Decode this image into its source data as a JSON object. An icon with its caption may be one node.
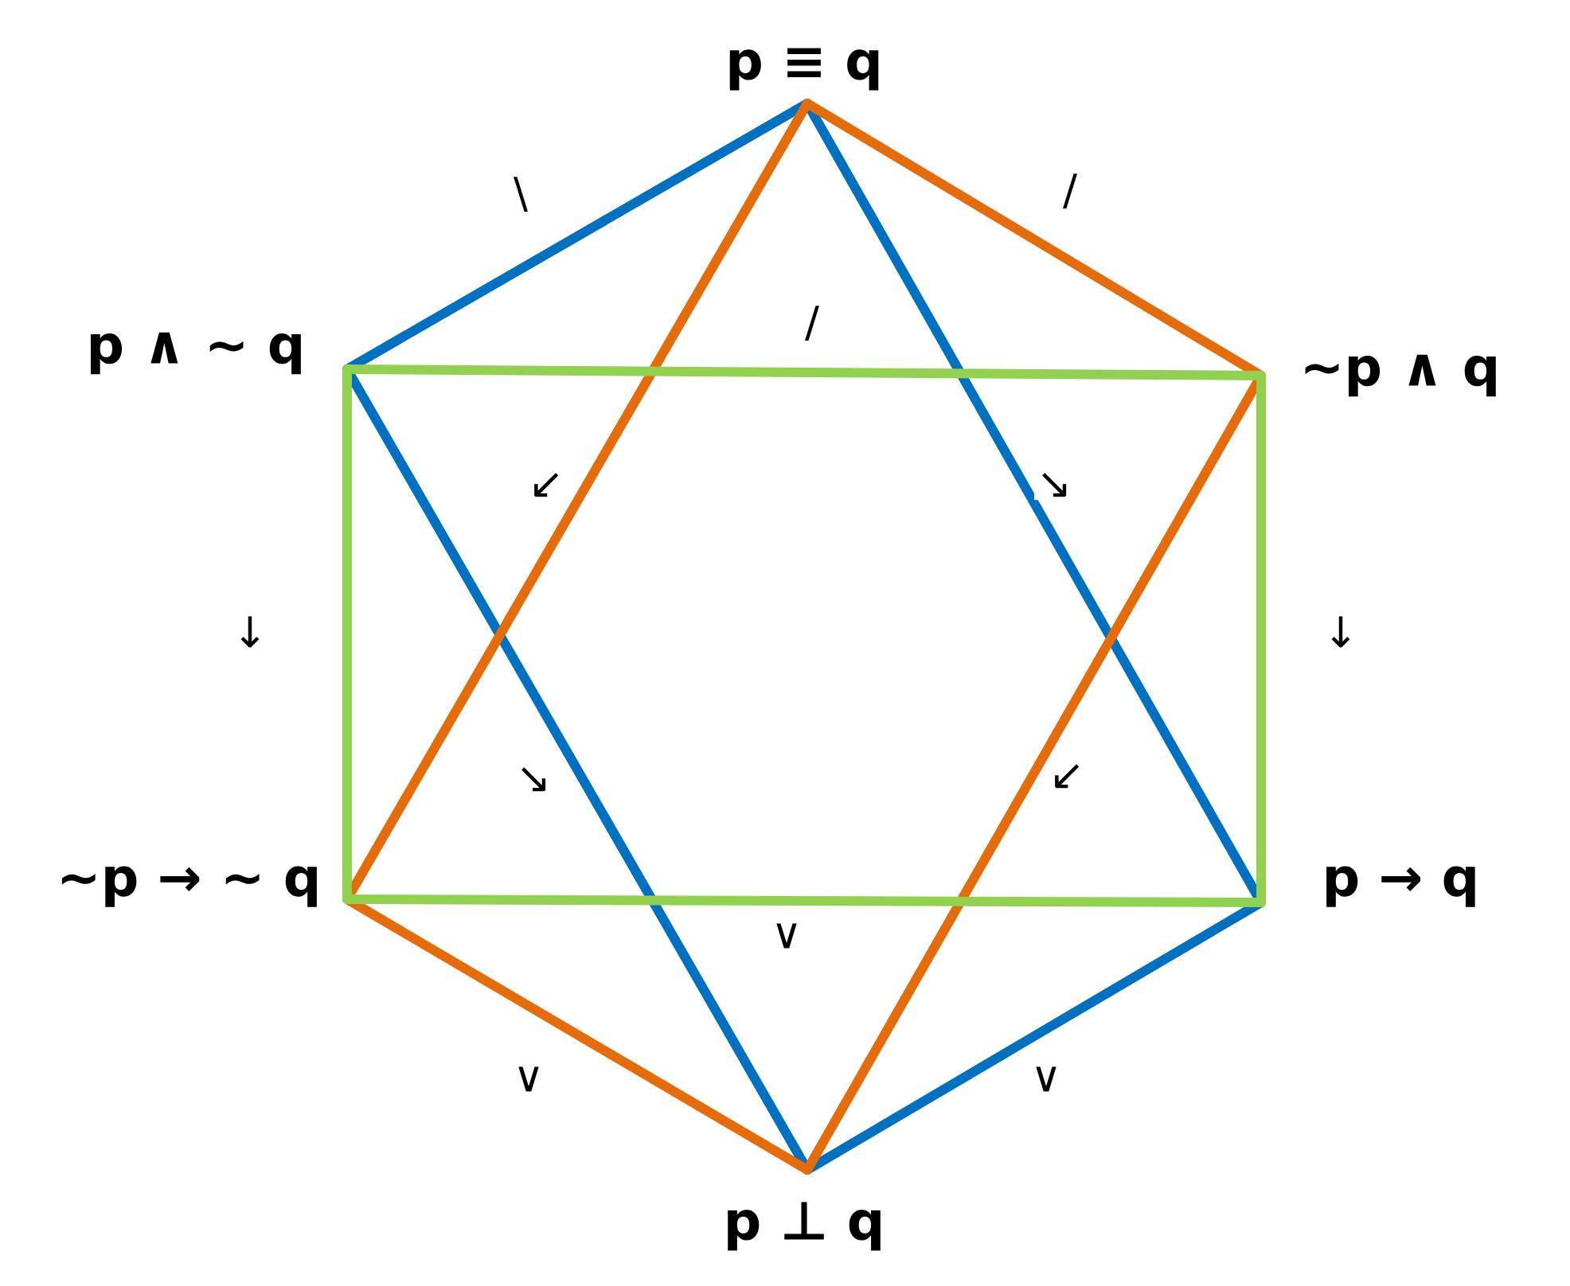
{
  "diagram": {
    "nodes": [
      {
        "text": [
          "p ≡ q"
        ]
      },
      {
        "text": [
          "p ∧ ~ q"
        ]
      },
      {
        "text": [
          "~p ∧ q"
        ]
      },
      {
        "text": [
          "~p → ~ q"
        ]
      },
      {
        "text": [
          "p → q"
        ]
      },
      {
        "text": [
          "p ⊥ q"
        ]
      }
    ],
    "edges": [
      {
        "from": 0,
        "to": 1,
        "arrow": "none",
        "label": "\\",
        "color": "#0070c0"
      },
      {
        "from": 0,
        "to": 4,
        "arrow": "none",
        "label": "↘",
        "color": "#0070c0"
      },
      {
        "from": 1,
        "to": 5,
        "arrow": "none",
        "label": "↘",
        "color": "#0070c0"
      },
      {
        "from": 4,
        "to": 5,
        "arrow": "none",
        "label": "∨",
        "color": "#0070c0"
      },
      {
        "from": 0,
        "to": 2,
        "arrow": "none",
        "label": "/",
        "color": "#e46c0a"
      },
      {
        "from": 0,
        "to": 3,
        "arrow": "none",
        "label": "↙",
        "color": "#e46c0a"
      },
      {
        "from": 2,
        "to": 5,
        "arrow": "none",
        "label": "↙",
        "color": "#e46c0a"
      },
      {
        "from": 3,
        "to": 5,
        "arrow": "none",
        "label": "∨",
        "color": "#e46c0a"
      },
      {
        "from": 1,
        "to": 2,
        "arrow": "none",
        "label": "/",
        "color": "#92d050"
      },
      {
        "from": 3,
        "to": 4,
        "arrow": "none",
        "label": "∨",
        "color": "#92d050"
      },
      {
        "from": 1,
        "to": 3,
        "arrow": "none",
        "label": "↓",
        "color": "#92d050"
      },
      {
        "from": 2,
        "to": 4,
        "arrow": "none",
        "label": "↓",
        "color": "#92d050"
      }
    ]
  }
}
